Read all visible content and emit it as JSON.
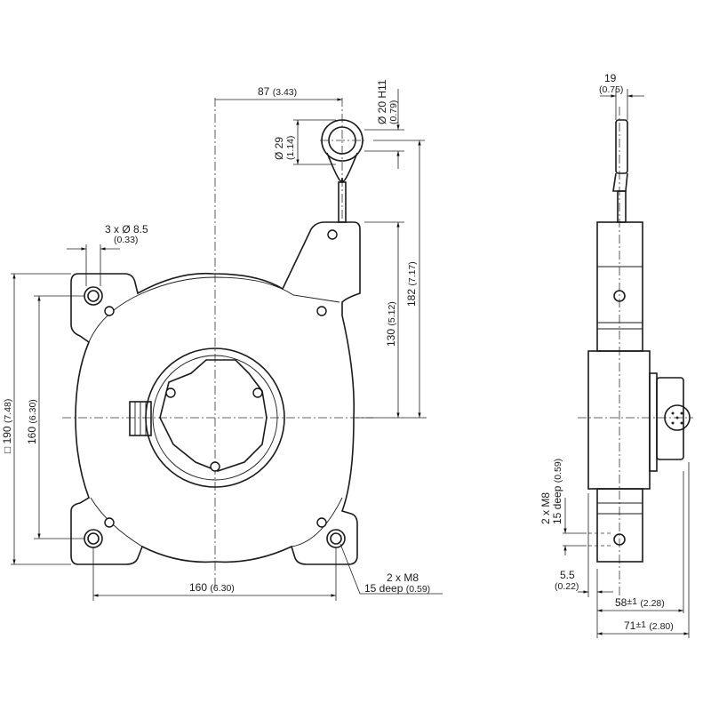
{
  "dimensions": {
    "d87": {
      "value": "87",
      "inch": "(3.43)"
    },
    "d20": {
      "value": "Ø 20 H11",
      "inch": "(0.79)"
    },
    "d29": {
      "value": "Ø 29",
      "inch": "(1.14)"
    },
    "holes": {
      "value": "3 x Ø 8.5",
      "inch": "(0.33)"
    },
    "d130": {
      "value": "130",
      "inch": "(5.12)"
    },
    "d182": {
      "value": "182",
      "inch": "(7.17)"
    },
    "d190": {
      "value": "□ 190",
      "inch": "(7.48)"
    },
    "d160v": {
      "value": "160",
      "inch": "(6.30)"
    },
    "d160h": {
      "value": "160",
      "inch": "(6.30)"
    },
    "m8front": {
      "line1": "2 x M8",
      "line2": "15 deep",
      "inch": "(0.59)"
    },
    "d19": {
      "value": "19",
      "inch": "(0.75)"
    },
    "m8side": {
      "line1": "2 x M8",
      "line2": "15 deep",
      "inch": "(0.59)"
    },
    "d55": {
      "value": "5.5",
      "inch": "(0.22)"
    },
    "d58": {
      "value": "58",
      "tol": "±1",
      "inch": "(2.28)"
    },
    "d71": {
      "value": "71",
      "tol": "±1",
      "inch": "(2.80)"
    }
  }
}
